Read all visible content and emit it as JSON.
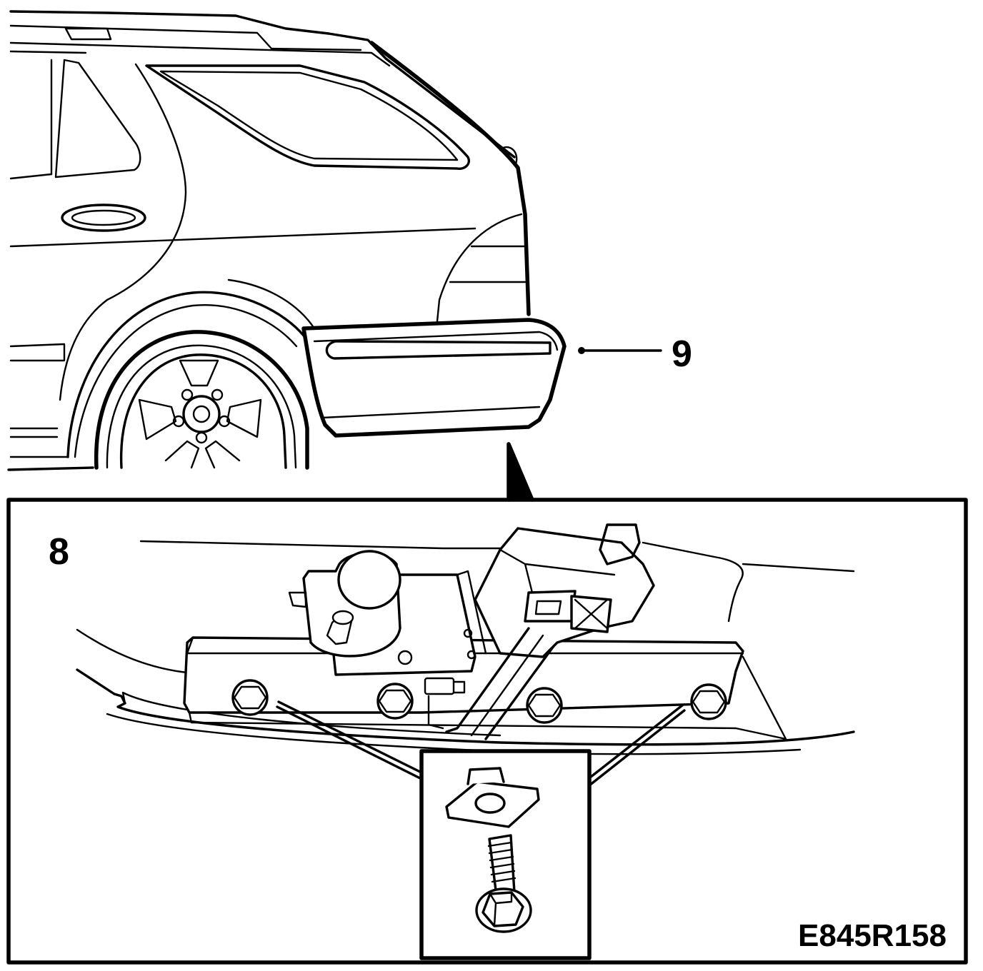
{
  "callouts": {
    "bumper_number": "9",
    "detail_number": "8"
  },
  "figure_code": "E845R158",
  "icons": {
    "car": "car-rear-quarter-icon",
    "bumper": "rear-bumper-icon",
    "wheel": "wheel-icon",
    "mount": "bumper-bracket-icon",
    "bolt": "flange-bolt-icon",
    "nut": "clip-nut-icon"
  }
}
